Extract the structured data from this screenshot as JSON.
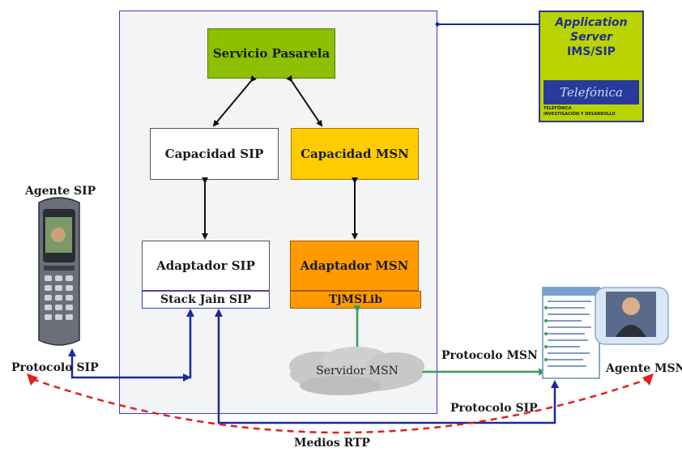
{
  "gateway": {
    "servicio_pasarela": "Servicio Pasarela",
    "capacidad_sip": "Capacidad SIP",
    "capacidad_msn": "Capacidad MSN",
    "adaptador_sip": "Adaptador SIP",
    "adaptador_msn": "Adaptador MSN",
    "stack_jain_sip": "Stack Jain SIP",
    "tjmslib": "TjMSLib",
    "servidor_msn": "Servidor MSN"
  },
  "app_server": {
    "line1": "Application",
    "line2": "Server",
    "line3": "IMS/SIP",
    "brand": "Telefónica",
    "sub1": "Telefónica",
    "sub2": "Investigación y Desarrollo"
  },
  "labels": {
    "agente_sip": "Agente SIP",
    "agente_msn": "Agente MSN",
    "protocolo_sip_left": "Protocolo SIP",
    "protocolo_msn": "Protocolo MSN",
    "protocolo_sip_bottom": "Protocolo SIP",
    "medios_rtp": "Medios RTP"
  },
  "colors": {
    "green_box": "#8cc000",
    "yellow_box": "#ffcc00",
    "orange_box": "#ff9a00",
    "blue_line": "#1a2a9c",
    "green_line": "#3c9a5a",
    "red_dashed": "#e02020"
  }
}
